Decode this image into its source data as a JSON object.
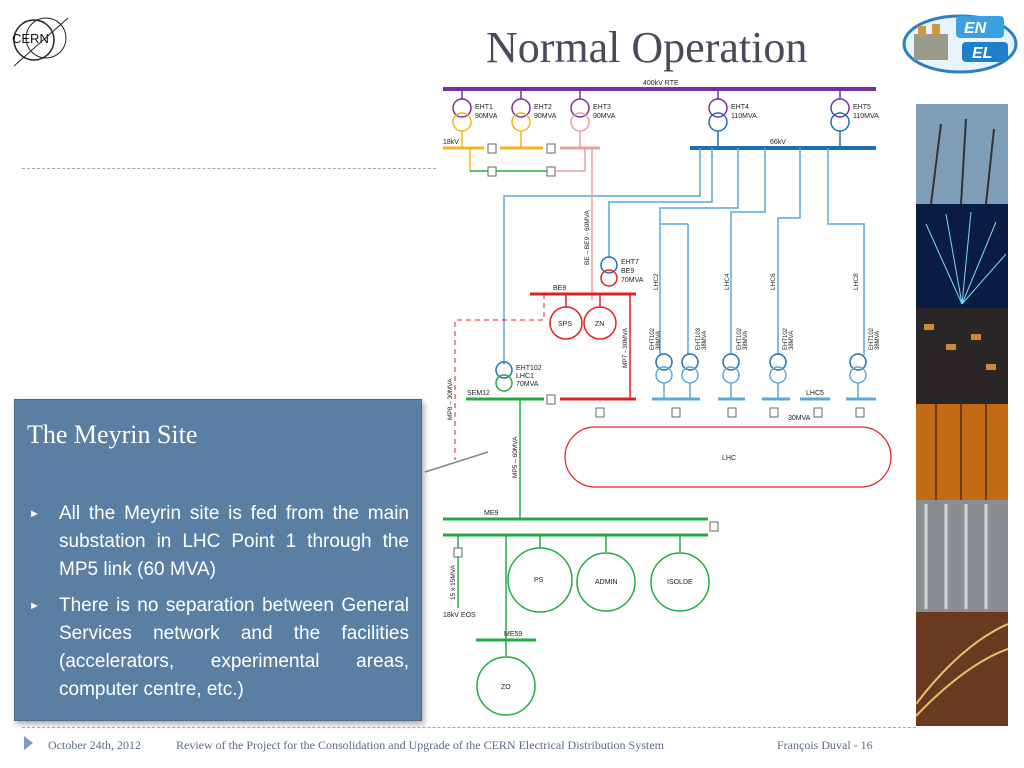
{
  "slide": {
    "title": "Normal Operation",
    "logo_left": "CERN",
    "logo_right": "EN EL"
  },
  "callout": {
    "title": "The Meyrin Site",
    "bullets": [
      "All the Meyrin site is fed from the main substation in LHC Point 1 through the MP5 link (60 MVA)",
      "There is no separation between General Services network and the facilities (accelerators, experimental areas, computer centre, etc.)"
    ]
  },
  "diagram": {
    "top_bus": "400kV RTE",
    "transformers": [
      {
        "name": "EHT1",
        "rating": "90MVA"
      },
      {
        "name": "EHT2",
        "rating": "90MVA"
      },
      {
        "name": "EHT3",
        "rating": "90MVA"
      },
      {
        "name": "EHT4",
        "rating": "110MVA"
      },
      {
        "name": "EHT5",
        "rating": "110MVA"
      }
    ],
    "bus_18kv": "18kV",
    "bus_66kv": "66kV",
    "be9_link": "BE – BE9 · 60MVA",
    "eht7": [
      "EHT7",
      "BE9",
      "70MVA"
    ],
    "be9_bus": "BE9",
    "sps": "SPS",
    "zn": "ZN",
    "mp7": "MP7 - 30MVA",
    "lhc_feeders": [
      "LHC2",
      "LHC4",
      "LHC6",
      "LHC8"
    ],
    "lhc_eht": [
      "EHT102",
      "38MVA",
      "EHT103",
      "EHT102",
      "EHT102",
      "EHT102"
    ],
    "lhc_eht_rating": "38MVA",
    "eht102_lhc1": [
      "EHT102",
      "LHC1",
      "70MVA"
    ],
    "sem12": "SEM12",
    "mp8": "MP8 – 30MVA",
    "lhc5": "LHC5",
    "mva30": "30MVA",
    "lhc_ring": "LHC",
    "mp5": "MP5 – 60MVA",
    "me9": "ME9",
    "ps": "PS",
    "admin": "ADMIN",
    "isolde": "ISOLDE",
    "eos_label": "15 x 15MVA",
    "eos": "18kV EOS",
    "me59": "ME59",
    "zo": "ZO"
  },
  "footer": {
    "date": "October 24th, 2012",
    "review": "Review of the Project for the Consolidation and Upgrade of the  CERN Electrical Distribution System",
    "author": "François Duval - 16"
  },
  "colors": {
    "purple": "#7a2f9e",
    "blue": "#1f6fb5",
    "lightblue": "#5aa8d8",
    "red": "#e02020",
    "green": "#22aa44",
    "yellow": "#f2b61c",
    "callout": "#5b7fa3"
  }
}
